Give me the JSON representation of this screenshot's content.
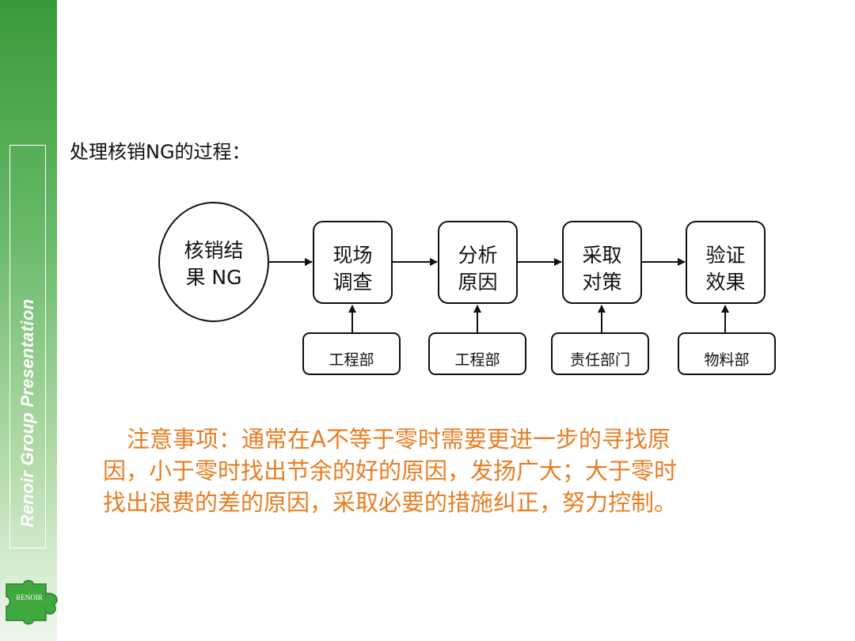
{
  "sidebar": {
    "caption": "Renoir Group Presentation",
    "logo_text": "RENOIR"
  },
  "heading": "处理核销NG的过程：",
  "flow": {
    "start": {
      "line1": "核销结",
      "line2": "果 NG"
    },
    "steps": [
      {
        "line1": "现场",
        "line2": "调查",
        "dept": "工程部"
      },
      {
        "line1": "分析",
        "line2": "原因",
        "dept": "工程部"
      },
      {
        "line1": "采取",
        "line2": "对策",
        "dept": "责任部门"
      },
      {
        "line1": "验证",
        "line2": "效果",
        "dept": "物料部"
      }
    ]
  },
  "note": {
    "line1": "注意事项：通常在A不等于零时需要更进一步的寻找原",
    "line2": "因，小于零时找出节余的好的原因，发扬广大；大于零时",
    "line3": "找出浪费的差的原因，采取必要的措施纠正，努力控制。"
  },
  "colors": {
    "sidebar_green": "#3a9a3a",
    "note_orange": "#e87d22",
    "logo_green": "#3fa83f"
  }
}
